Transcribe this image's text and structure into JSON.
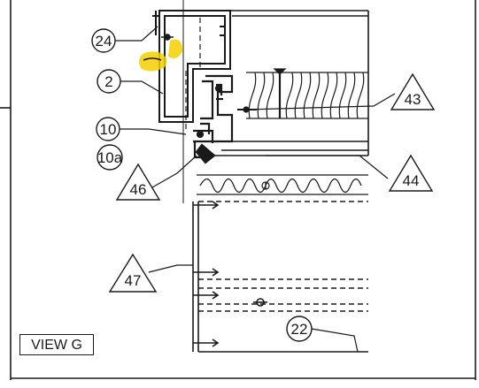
{
  "view_label": "VIEW G",
  "callouts": {
    "c24": "24",
    "c2": "2",
    "c10": "10",
    "c10a": "10a",
    "c46": "46",
    "c47": "47",
    "c43": "43",
    "c44": "44",
    "c22": "22"
  },
  "colors": {
    "ink": "#1a1a1a",
    "highlight": "#f5d000",
    "paper": "#ffffff"
  }
}
